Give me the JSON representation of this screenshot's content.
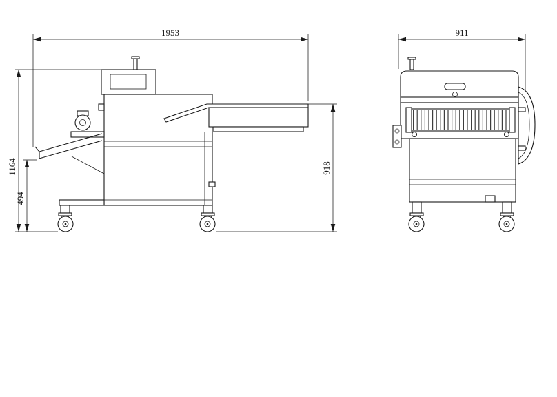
{
  "drawing": {
    "colors": {
      "line": "#1a1a1a",
      "background": "#ffffff"
    },
    "side_view": {
      "dim_length": "1953",
      "dim_height_total": "1164",
      "dim_height_tray": "494",
      "dim_height_table": "918"
    },
    "front_view": {
      "dim_width": "911"
    }
  }
}
